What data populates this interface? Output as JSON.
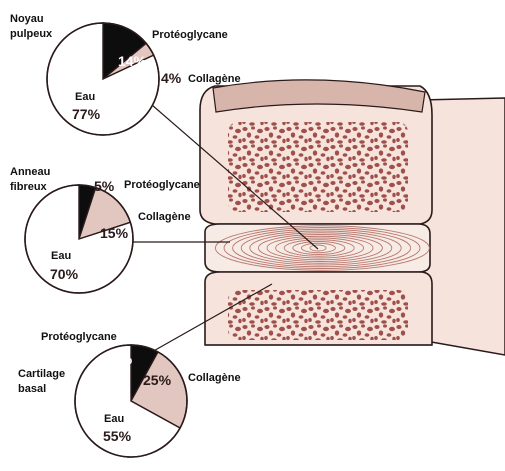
{
  "diagram": {
    "colors": {
      "water": "#ffffff",
      "proteoglycan": "#0d0d0d",
      "collagen": "#e2c7c0",
      "bone_fill": "#f6e3dc",
      "bone_spots": "#a0504a",
      "outline": "#2a1a1a"
    },
    "pies": [
      {
        "id": "noyau-pulpeux",
        "title_lines": [
          "Noyau",
          "pulpeux"
        ],
        "slices": [
          {
            "label": "Eau",
            "percent": 77,
            "percent_text": "77%",
            "color_key": "water"
          },
          {
            "label": "Protéoglycane",
            "percent": 14,
            "percent_text": "14%",
            "color_key": "proteoglycan"
          },
          {
            "label": "Collagène",
            "percent": 4,
            "percent_text": "4%",
            "color_key": "collagen"
          }
        ]
      },
      {
        "id": "anneau-fibreux",
        "title_lines": [
          "Anneau",
          "fibreux"
        ],
        "slices": [
          {
            "label": "Eau",
            "percent": 70,
            "percent_text": "70%",
            "color_key": "water"
          },
          {
            "label": "Protéoglycane",
            "percent": 5,
            "percent_text": "5%",
            "color_key": "proteoglycan"
          },
          {
            "label": "Collagène",
            "percent": 15,
            "percent_text": "15%",
            "color_key": "collagen"
          }
        ]
      },
      {
        "id": "cartilage-basal",
        "title_lines": [
          "Cartilage",
          "basal"
        ],
        "slices": [
          {
            "label": "Eau",
            "percent": 55,
            "percent_text": "55%",
            "color_key": "water"
          },
          {
            "label": "Protéoglycane",
            "percent": 8,
            "percent_text": "8%",
            "color_key": "proteoglycan"
          },
          {
            "label": "Collagène",
            "percent": 25,
            "percent_text": "25%",
            "color_key": "collagen"
          }
        ]
      }
    ]
  }
}
